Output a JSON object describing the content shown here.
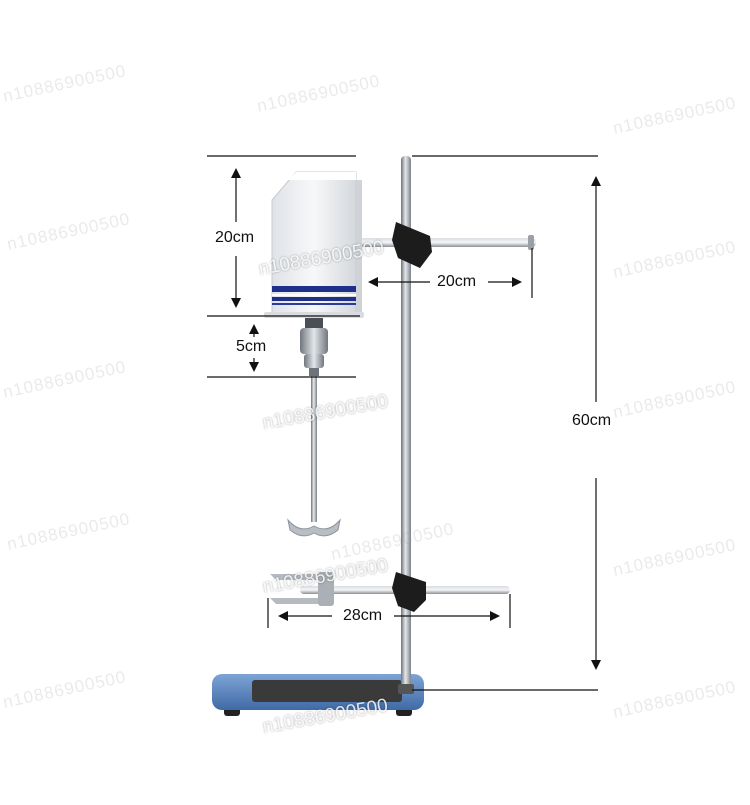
{
  "dimensions": {
    "motor_height": "20cm",
    "chuck_height": "5cm",
    "upper_arm_length": "20cm",
    "rod_height": "60cm",
    "lower_arm_length": "28cm"
  },
  "watermark": "n10886900500",
  "colors": {
    "line": "#111111",
    "rod": "#8c939a",
    "motor_body": "#eef0f2",
    "motor_stripe": "#1f2f8a",
    "base_plate": "#5a86c0",
    "base_pad": "#3a3a3a"
  }
}
